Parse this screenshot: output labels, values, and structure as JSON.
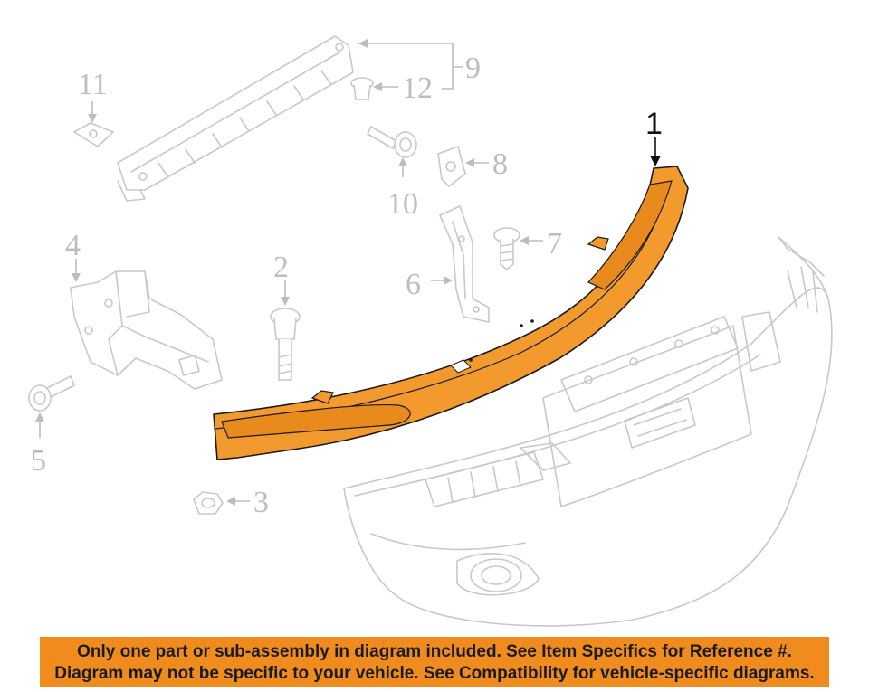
{
  "callouts": {
    "c1": "1",
    "c2": "2",
    "c3": "3",
    "c4": "4",
    "c5": "5",
    "c6": "6",
    "c7": "7",
    "c8": "8",
    "c9": "9",
    "c10": "10",
    "c11": "11",
    "c12": "12"
  },
  "colors": {
    "highlight": "#f29a2e",
    "ghost_lines": "#c8c8c8",
    "banner": "#f08c1e"
  },
  "disclaimer": {
    "line1": "Only one part or sub-assembly in diagram included. See Item Specifics for Reference #.",
    "line2": "Diagram may not be specific to your vehicle. See Compatibility for vehicle-specific diagrams."
  }
}
